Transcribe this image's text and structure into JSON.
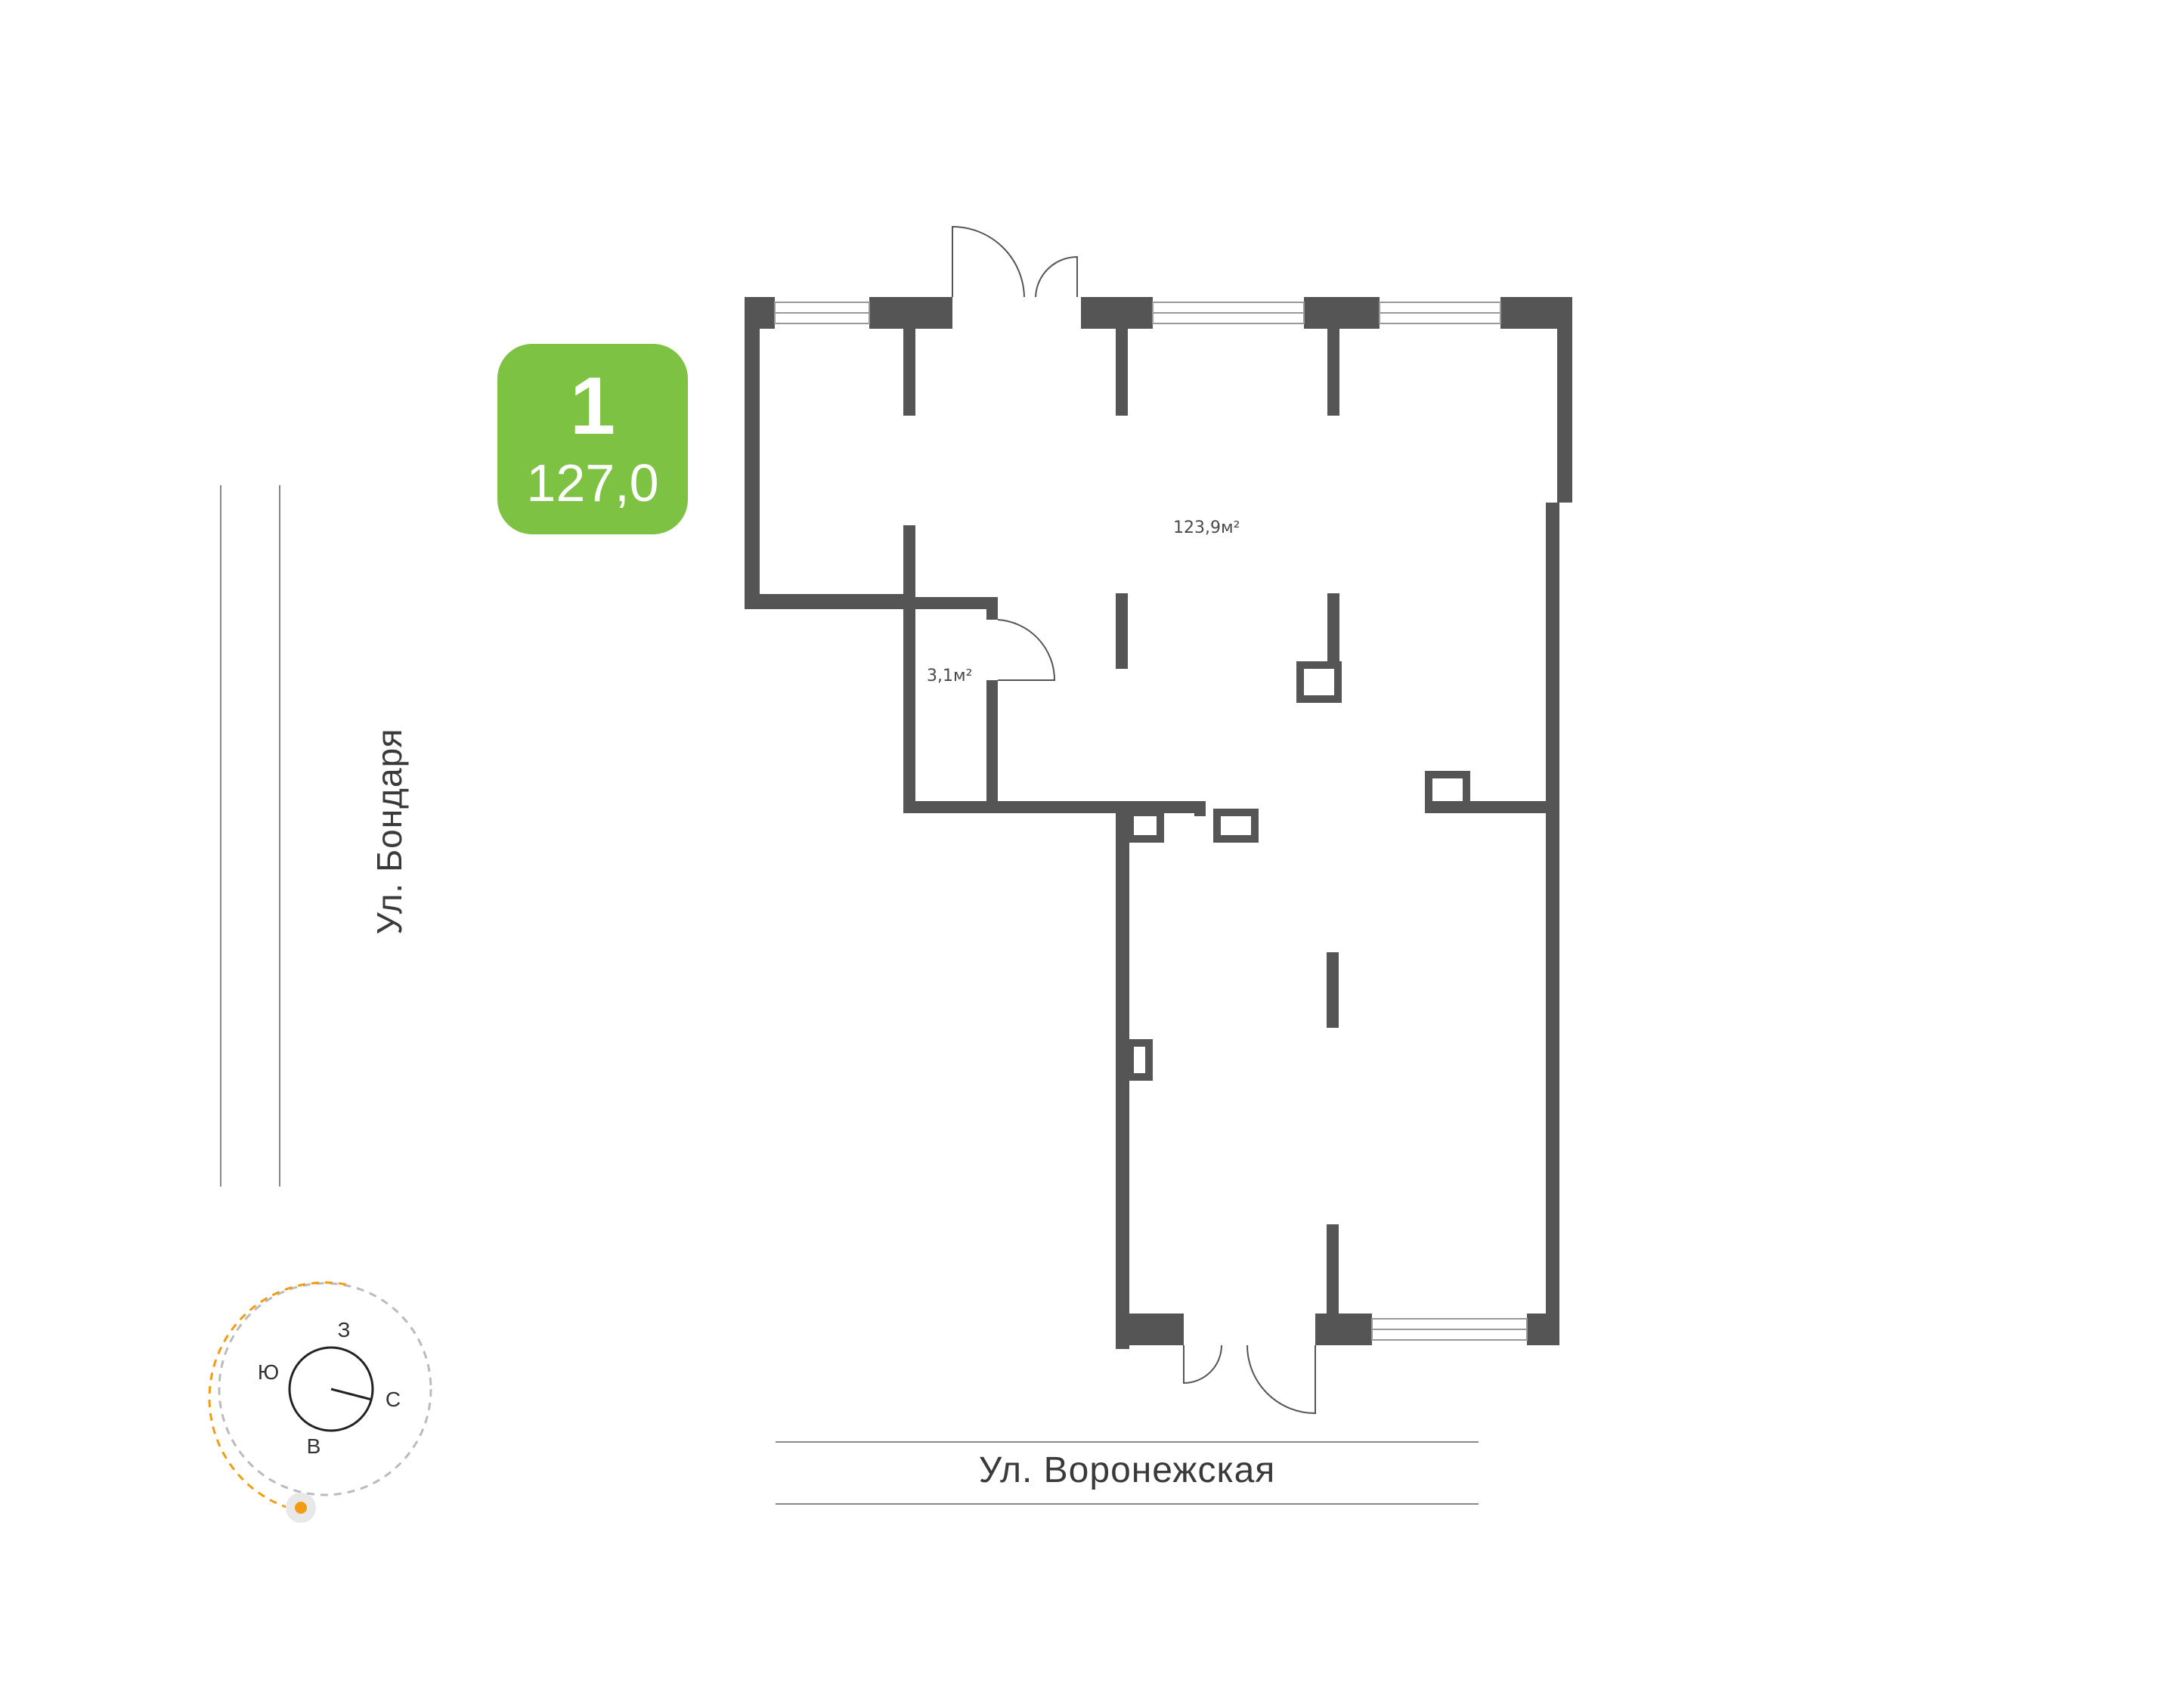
{
  "unit": {
    "number": "1",
    "total_area": "127,0"
  },
  "rooms": [
    {
      "area": "123,9м²"
    },
    {
      "area": "3,1м²"
    }
  ],
  "streets": {
    "bottom": "Ул. Воронежская",
    "left": "Ул. Бондаря"
  },
  "compass": {
    "north": "С",
    "south": "Ю",
    "east": "В",
    "west": "З"
  },
  "colors": {
    "badge": "#7dc242",
    "wall": "#555555",
    "sun": "#f39c12"
  }
}
